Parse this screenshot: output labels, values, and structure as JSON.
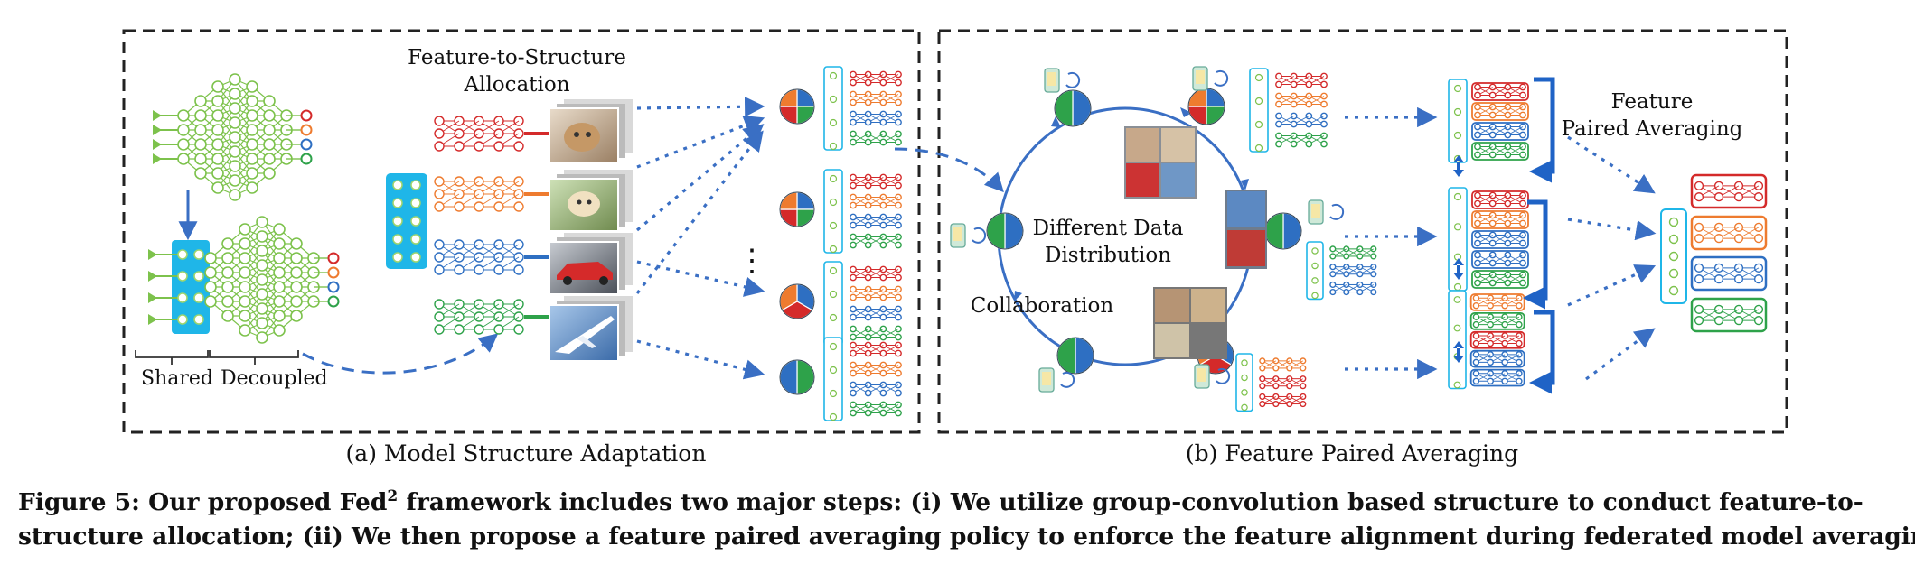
{
  "panel_a": {
    "title_line1": "Feature-to-Structure",
    "title_line2": "Allocation",
    "shared_label": "Shared",
    "decoupled_label": "Decoupled",
    "subcaption": "(a) Model Structure Adaptation",
    "ellipsis": "⋮"
  },
  "panel_b": {
    "feature_line1": "Feature",
    "feature_line2": "Paired Averaging",
    "data_line1": "Different Data",
    "data_line2": "Distribution",
    "collaboration": "Collaboration",
    "subcaption": "(b) Feature Paired Averaging"
  },
  "caption": {
    "prefix": "Figure 5: Our proposed Fed",
    "superscript": "2",
    "line1_rest": " framework includes two major steps: (i) We utilize group-convolution based structure to conduct feature-to-",
    "line2": "structure allocation; (ii) We then propose a feature paired averaging policy to enforce the feature alignment during federated model averaging."
  },
  "colors": {
    "red": "#d42a2a",
    "orange": "#ee7b2f",
    "blue": "#2e6fc2",
    "green": "#2ea24a",
    "light_green": "#7dc24c",
    "cyan": "#1fb6e8",
    "arrow": "#3a6fc4",
    "frame": "#222222"
  },
  "icons": [
    "cat-photo",
    "dog-photo",
    "car-photo",
    "plane-photo",
    "phone-icon",
    "refresh-icon",
    "pie-chart-icon"
  ]
}
